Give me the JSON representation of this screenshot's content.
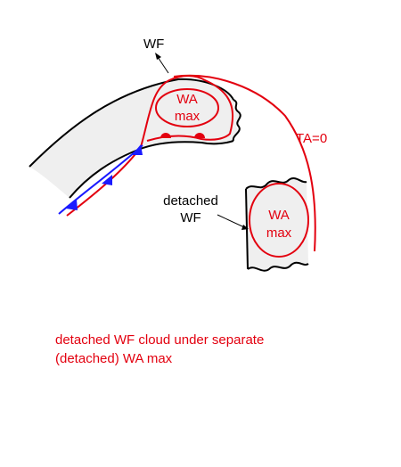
{
  "diagram": {
    "labels": {
      "wf_top": "WF",
      "wa_max_main_line1": "WA",
      "wa_max_main_line2": "max",
      "ta_zero": "TA=0",
      "detached_wf_line1": "detached",
      "detached_wf_line2": "WF",
      "wa_max_detached_line1": "WA",
      "wa_max_detached_line2": "max"
    },
    "caption": {
      "line1": "detached WF cloud under separate",
      "line2": "(detached) WA max"
    }
  },
  "colors": {
    "outline": "#000000",
    "cloud_fill": "#efefef",
    "wa_line": "#e3000f",
    "cold_front": "#1a1aff",
    "warm_front_marks": "#e3000f",
    "label_black": "#000000",
    "label_red": "#e3000f"
  },
  "icons": {
    "cold_front_symbol": "blue-triangle-icon",
    "warm_front_symbol": "red-semicircle-icon",
    "pointer": "arrow-icon"
  }
}
